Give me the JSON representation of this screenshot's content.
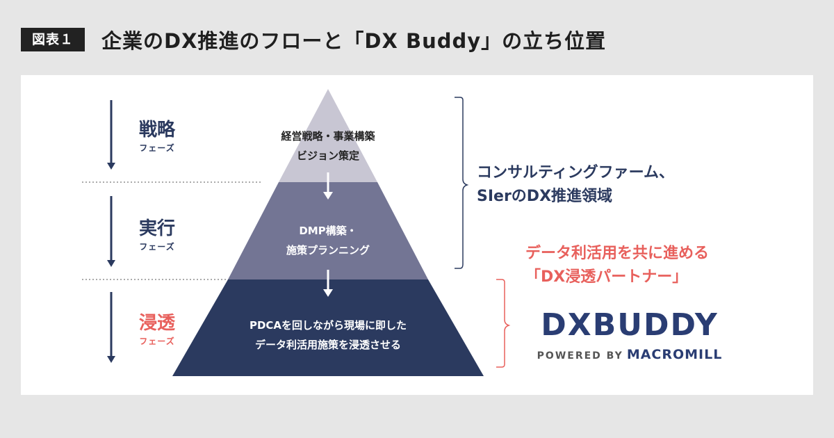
{
  "header": {
    "figure_label": "図表１",
    "title": "企業のDX推進のフローと「DX Buddy」の立ち位置"
  },
  "phases": [
    {
      "name": "戦略",
      "sub": "フェーズ",
      "color": "#2b3a5f"
    },
    {
      "name": "実行",
      "sub": "フェーズ",
      "color": "#2b3a5f"
    },
    {
      "name": "浸透",
      "sub": "フェーズ",
      "color": "#e8605c"
    }
  ],
  "pyramid": {
    "tiers": [
      {
        "lines": [
          "経営戦略・事業構築",
          "ビジョン策定"
        ],
        "fill": "#c8c6d3",
        "text_color": "#222222"
      },
      {
        "lines": [
          "DMP構築・",
          "施策プランニング"
        ],
        "fill": "#737594",
        "text_color": "#ffffff"
      },
      {
        "lines": [
          "PDCAを回しながら現場に即した",
          "データ利活用施策を浸透させる"
        ],
        "fill": "#2b3a5f",
        "text_color": "#ffffff"
      }
    ]
  },
  "right": {
    "consult_lines": [
      "コンサルティングファーム、",
      "SIerのDX推進領域"
    ],
    "partner_lines": [
      "データ利活用を共に進める",
      "「DX浸透パートナー」"
    ],
    "partner_color": "#e8605c"
  },
  "brand": {
    "logo_text": "DXBUDDY",
    "powered_by": "POWERED BY",
    "company": "MACROMILL",
    "color": "#2a3d73"
  }
}
